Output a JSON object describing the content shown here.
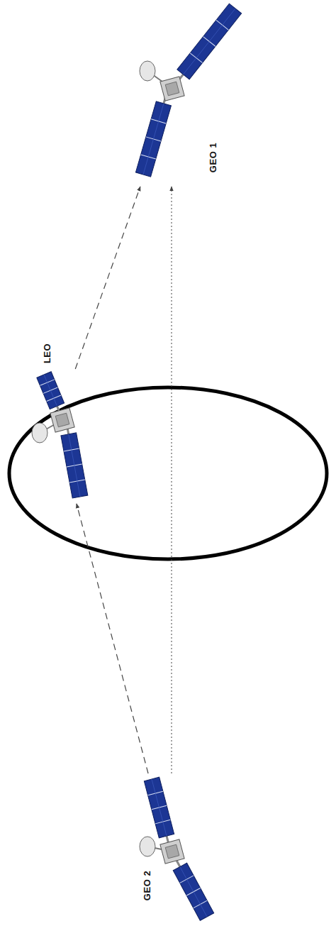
{
  "diagram": {
    "nodes": [
      {
        "text": [
          "GEO 1"
        ]
      },
      {
        "text": [
          "LEO"
        ]
      },
      {
        "text": [
          "GEO 2"
        ]
      }
    ],
    "edges": [
      {
        "from": 2,
        "to": 1,
        "arrow": "to"
      },
      {
        "from": 1,
        "to": 0,
        "arrow": "to"
      },
      {
        "from": 2,
        "to": 0,
        "arrow": "to"
      }
    ]
  }
}
